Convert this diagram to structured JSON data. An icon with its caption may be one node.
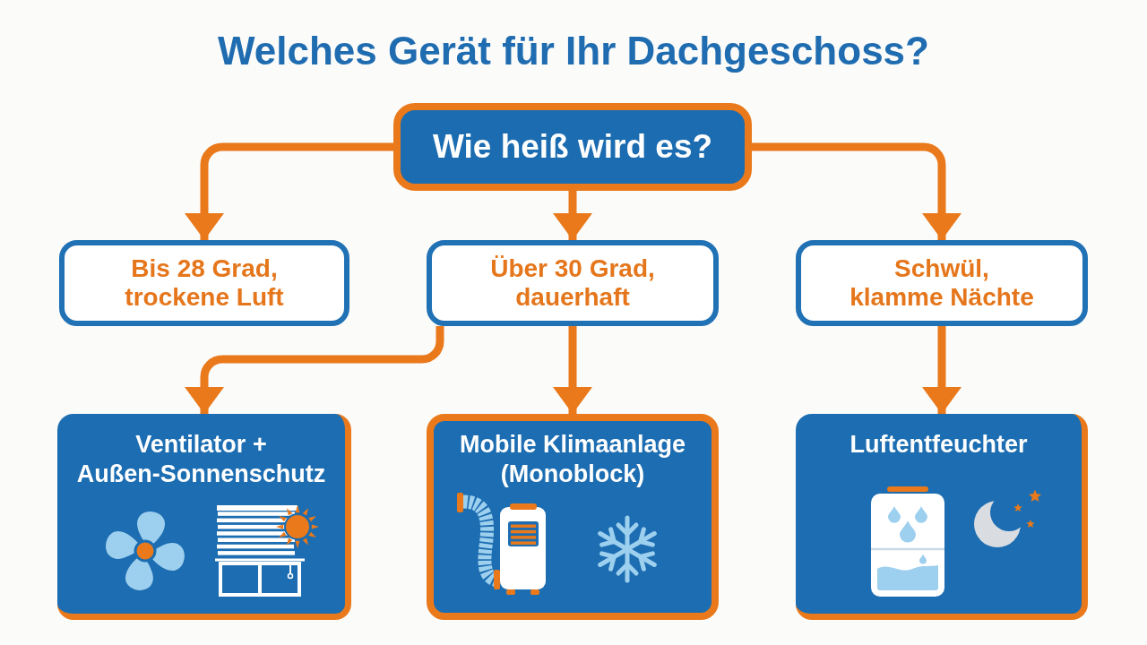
{
  "diagram": {
    "title": "Welches Gerät für Ihr Dachgeschoss?",
    "nodes": [
      {
        "text": [
          "Wie heiß wird es?"
        ]
      },
      {
        "text": [
          "Bis 28 Grad, trockene Luft"
        ]
      },
      {
        "text": [
          "Über 30 Grad, dauerhaft"
        ]
      },
      {
        "text": [
          "Schwül, klamme Nächte"
        ]
      },
      {
        "text": [
          "Ventilator + Außen-Sonnenschutz"
        ]
      },
      {
        "text": [
          "Mobile Klimaanlage (Monoblock)"
        ]
      },
      {
        "text": [
          "Luftentfeuchter"
        ]
      }
    ],
    "edges": [
      {
        "from": 0,
        "to": 1,
        "arrow": "to"
      },
      {
        "from": 0,
        "to": 2,
        "arrow": "to"
      },
      {
        "from": 0,
        "to": 3,
        "arrow": "to"
      },
      {
        "from": 2,
        "to": 4,
        "arrow": "to"
      },
      {
        "from": 2,
        "to": 5,
        "arrow": "to"
      },
      {
        "from": 3,
        "to": 6,
        "arrow": "to"
      }
    ]
  }
}
